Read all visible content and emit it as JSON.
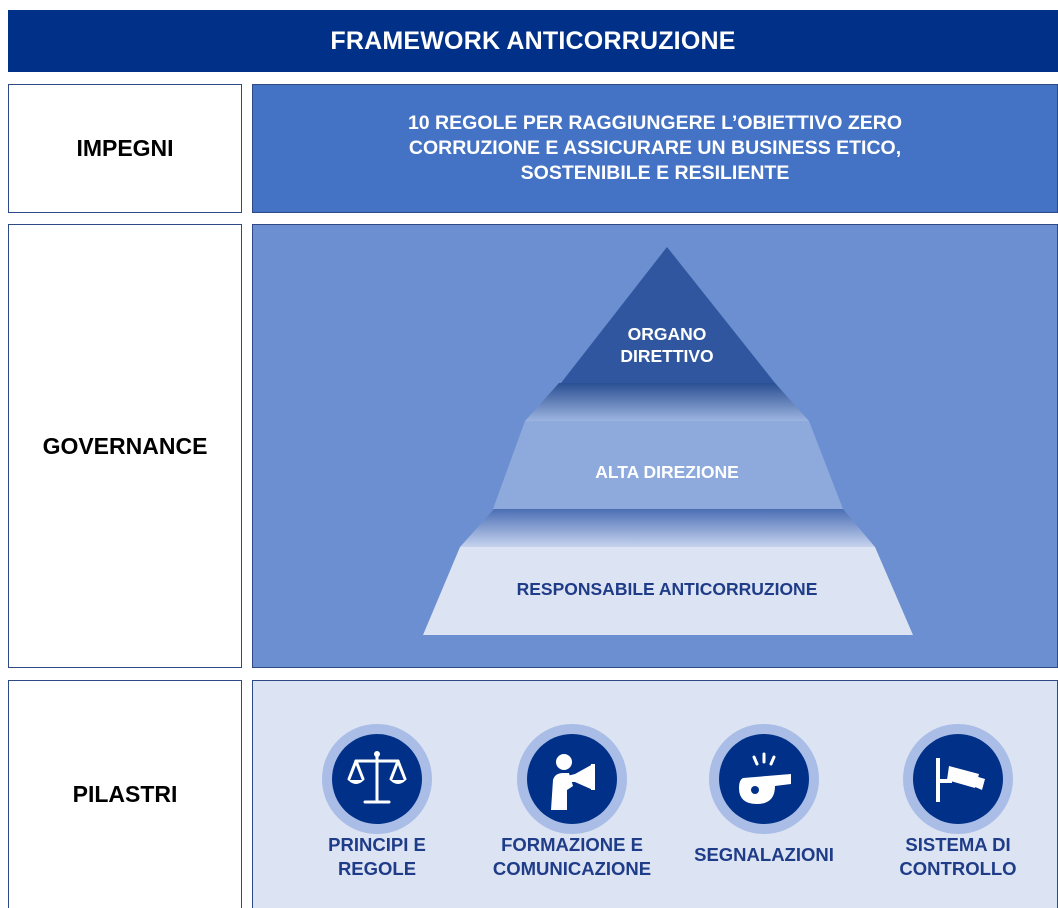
{
  "title": "FRAMEWORK ANTICORRUZIONE",
  "rows": {
    "commitments": {
      "label": "IMPEGNI",
      "text_lines": [
        "10 REGOLE PER RAGGIUNGERE L’OBIETTIVO ZERO",
        "CORRUZIONE E ASSICURARE UN BUSINESS ETICO,",
        "SOSTENIBILE E RESILIENTE"
      ]
    },
    "governance": {
      "label": "GOVERNANCE",
      "pyramid": {
        "top_lines": [
          "ORGANO",
          "DIRETTIVO"
        ],
        "middle": "ALTA DIREZIONE",
        "bottom": "RESPONSABILE ANTICORRUZIONE"
      }
    },
    "pillars": {
      "label": "PILASTRI",
      "items": [
        {
          "icon": "scales-icon",
          "lines": [
            "PRINCIPI E",
            "REGOLE"
          ]
        },
        {
          "icon": "megaphone-person-icon",
          "lines": [
            "FORMAZIONE E",
            "COMUNICAZIONE"
          ]
        },
        {
          "icon": "whistle-icon",
          "lines": [
            "SEGNALAZIONI"
          ]
        },
        {
          "icon": "security-camera-icon",
          "lines": [
            "SISTEMA DI",
            "CONTROLLO"
          ]
        }
      ]
    }
  },
  "colors": {
    "header": "#003087",
    "commitments_panel": "#4472c4",
    "governance_panel": "#6b8fd0",
    "pillars_panel": "#dce3f3",
    "pyramid_top": "#2f569e",
    "pyramid_middle": "#8eaadc",
    "pyramid_bottom": "#dce3f3",
    "icon_circle": "#003087",
    "icon_ring": "#a9bde6",
    "label_text": "#1f3c88"
  }
}
